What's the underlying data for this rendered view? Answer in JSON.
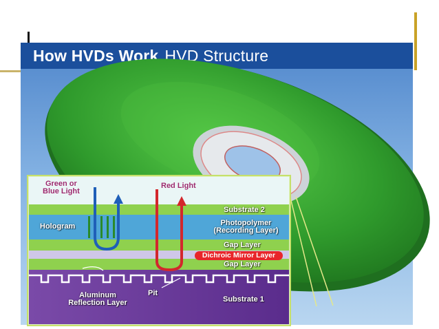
{
  "slide": {
    "title_bold": "How HVDs Work",
    "title_light": "HVD Structure"
  },
  "diagram": {
    "labels": {
      "green_blue_light": [
        "Green or",
        "Blue Light"
      ],
      "red_light": "Red Light",
      "substrate2": "Substrate 2",
      "hologram": "Hologram",
      "photopolymer": [
        "Photopolymer",
        "(Recording Layer)"
      ],
      "gap_layer_top": "Gap Layer",
      "dichroic": "Dichroic Mirror Layer",
      "gap_layer_bottom": "Gap Layer",
      "aluminum": [
        "Aluminum",
        "Reflection Layer"
      ],
      "pit": "Pit",
      "substrate1": "Substrate 1"
    },
    "colors": {
      "title_bar": "#1b4f9c",
      "disc": "#2f9a2c",
      "blue_beam": "#1f5fb8",
      "red_beam": "#d3272c",
      "dichroic": "#e8262a",
      "substrate": "#6a3aa0"
    }
  }
}
